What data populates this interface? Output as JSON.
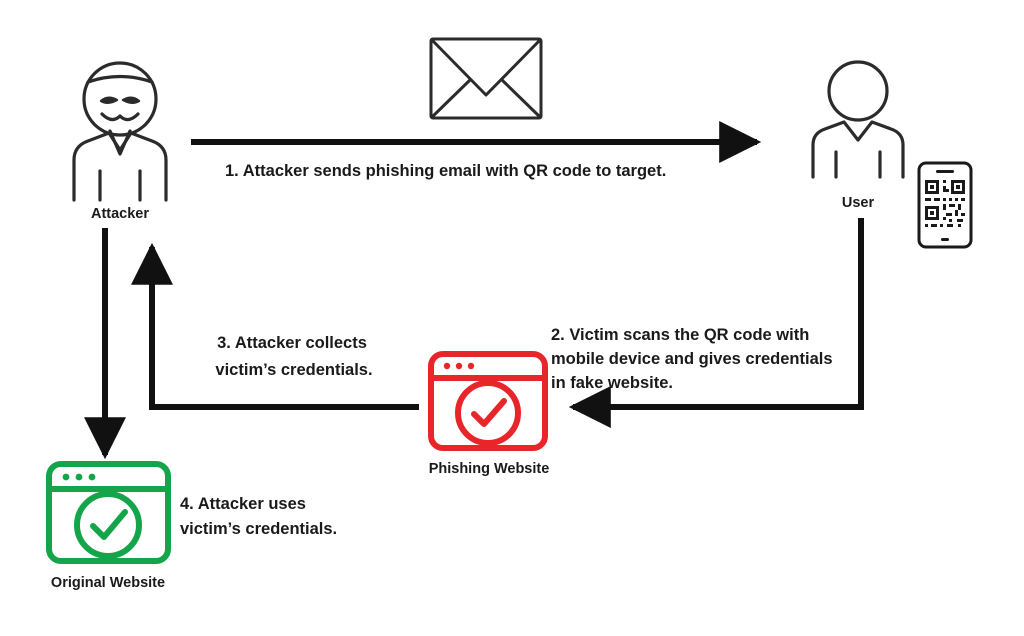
{
  "diagram": {
    "title": "QR code phishing (quishing) attack flow",
    "background_color": "#ffffff",
    "stroke_color": "#1a1a1a",
    "phishing_color": "#e8262a",
    "original_color": "#14a44a"
  },
  "nodes": {
    "attacker": {
      "label": "Attacker",
      "icon": "masked-attacker-icon"
    },
    "email": {
      "icon": "envelope-icon"
    },
    "user": {
      "label": "User",
      "icon": "person-icon"
    },
    "phone": {
      "icon": "mobile-phone-qr-code-icon"
    },
    "phishing_website": {
      "label": "Phishing Website",
      "icon": "browser-window-check-icon",
      "color": "#e8262a"
    },
    "original_website": {
      "label": "Original Website",
      "icon": "browser-window-check-icon",
      "color": "#14a44a"
    }
  },
  "steps": [
    {
      "id": "step-1",
      "lines": [
        "1. Attacker sends phishing email with QR code to target."
      ]
    },
    {
      "id": "step-2",
      "lines": [
        "2. Victim scans the QR code with",
        "mobile device and gives credentials",
        "in fake website."
      ]
    },
    {
      "id": "step-3",
      "lines": [
        "3. Attacker collects",
        "victim’s credentials."
      ]
    },
    {
      "id": "step-4",
      "lines": [
        "4. Attacker uses",
        "victim’s credentials."
      ]
    }
  ]
}
